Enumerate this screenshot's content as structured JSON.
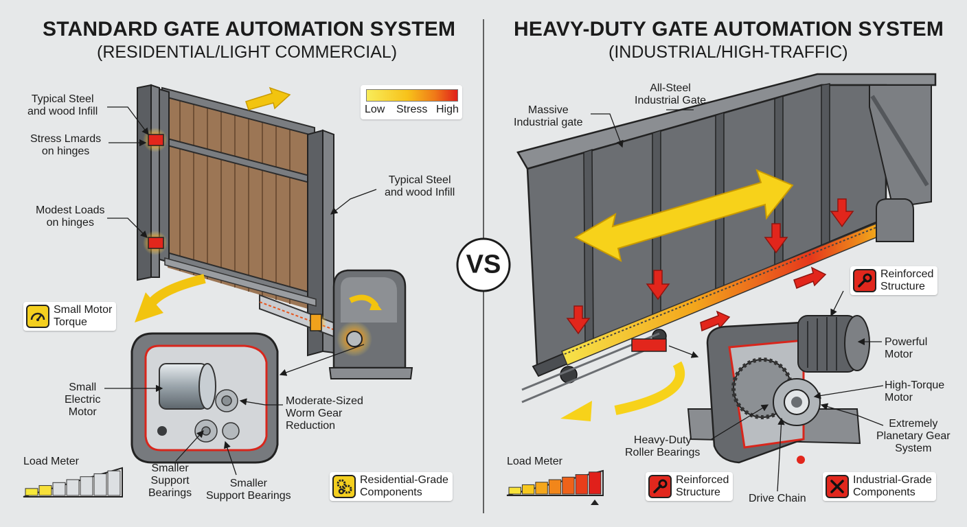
{
  "left": {
    "title": "STANDARD GATE AUTOMATION SYSTEM",
    "subtitle": "(RESIDENTIAL/LIGHT COMMERCIAL)",
    "labels": {
      "infill_top": "Typical Steel\nand wood Infill",
      "stress_hinges": "Stress Lmards\non hinges",
      "modest_loads": "Modest Loads\non hinges",
      "infill_right": "Typical Steel\nand wood Infill",
      "small_motor": "Small\nElectric\nMotor",
      "worm_gear": "Moderate-Sized\nWorm Gear\nReduction",
      "smaller_bearings_1": "Smaller\nSupport\nBearings",
      "smaller_bearings_2": "Smaller\nSupport Bearings",
      "load_meter": "Load Meter"
    },
    "badges": {
      "torque": {
        "text": "Small Motor\nTorque",
        "icon": "gauge-icon"
      },
      "components": {
        "text": "Residential-Grade\nComponents",
        "icon": "gears-icon"
      }
    },
    "load_meter_level": 0.3
  },
  "legend": {
    "low": "Low",
    "mid": "Stress",
    "high": "High"
  },
  "vs": "VS",
  "right": {
    "title": "HEAVY-DUTY GATE AUTOMATION SYSTEM",
    "subtitle": "(INDUSTRIAL/HIGH-TRAFFIC)",
    "labels": {
      "all_steel": "All-Steel\nIndustrial Gate",
      "massive": "Massive\nIndustrial gate",
      "powerful_motor": "Powerful\nMotor",
      "high_torque": "High-Torque\nMotor",
      "planetary": "Extremely\nPlanetary Gear\nSystem",
      "roller_bearings": "Heavy-Duty\nRoller Bearings",
      "drive_chain": "Drive Chain",
      "load_meter": "Load Meter"
    },
    "badges": {
      "reinforced_top": {
        "text": "Reinforced\nStructure",
        "icon": "wrench-icon"
      },
      "reinforced_bottom": {
        "text": "Reinforced\nStructure",
        "icon": "wrench-icon"
      },
      "components": {
        "text": "Industrial-Grade\nComponents",
        "icon": "tools-icon"
      }
    },
    "load_meter_level": 1.0
  },
  "colors": {
    "stress_low": "#f7e83a",
    "stress_high": "#e0201b",
    "steel": "#6b6e72",
    "wood": "#a87f5c",
    "arrow_yellow": "#f2c40f",
    "arrow_red": "#e2261c",
    "background": "#e6e8e9"
  }
}
